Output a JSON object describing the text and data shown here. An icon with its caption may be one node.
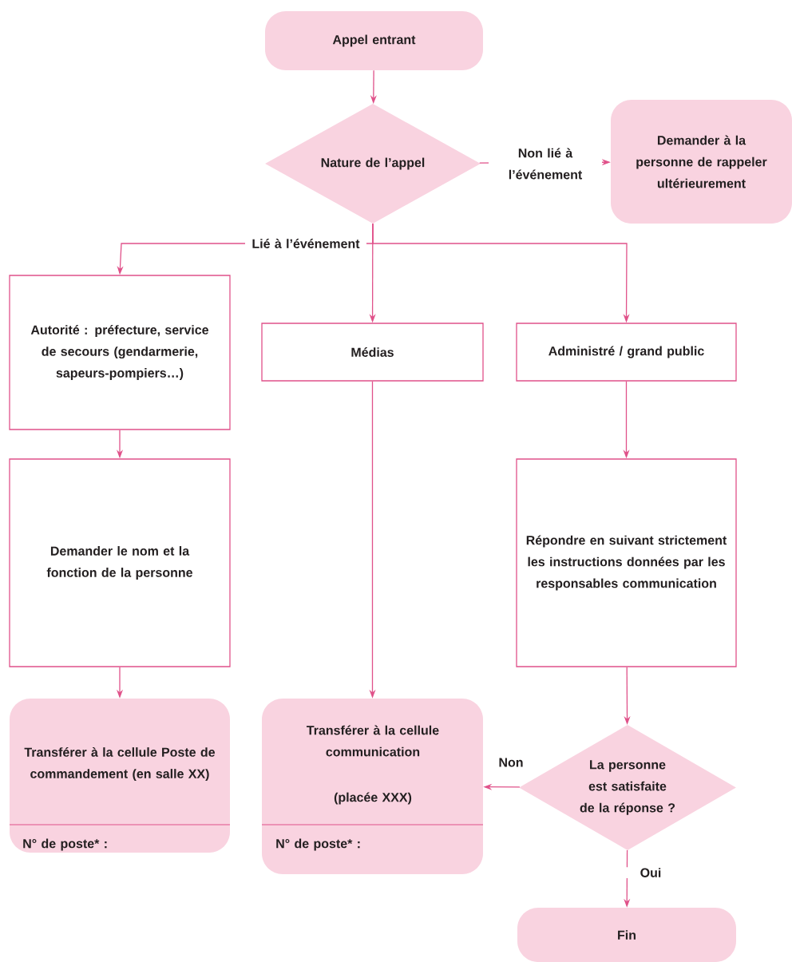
{
  "diagram": {
    "nodes": [
      {
        "text": [
          "Appel entrant"
        ]
      },
      {
        "text": [
          "Nature de l’appel"
        ]
      },
      {
        "text": [
          "Demander à la personne de rappeler ultérieurement"
        ]
      },
      {
        "text": [
          "Autorité : préfecture, service de secours (gendarmerie, sapeurs-pompiers…)"
        ]
      },
      {
        "text": [
          "Médias"
        ]
      },
      {
        "text": [
          "Administré / grand public"
        ]
      },
      {
        "text": [
          "Demander le nom et la fonction de la personne"
        ]
      },
      {
        "text": [
          "Répondre en suivant strictement les instructions données par les responsables communication"
        ]
      },
      {
        "text": [
          "Transférer à la cellule Poste de commandement (en salle XX)",
          "N° de poste* :"
        ]
      },
      {
        "text": [
          "Transférer à la cellule communication",
          "(placée XXX)",
          "N° de poste* :"
        ]
      },
      {
        "text": [
          "La personne est satisfaite de la réponse ?"
        ]
      },
      {
        "text": [
          "Fin"
        ]
      }
    ],
    "edges": [
      {
        "from": 0,
        "to": 1,
        "arrow": "to"
      },
      {
        "from": 1,
        "to": 2,
        "arrow": "to",
        "label": "Non lié à l’événement"
      },
      {
        "from": 1,
        "to": 3,
        "arrow": "to",
        "label": "Lié à l’événement"
      },
      {
        "from": 1,
        "to": 4,
        "arrow": "to"
      },
      {
        "from": 1,
        "to": 5,
        "arrow": "to"
      },
      {
        "from": 3,
        "to": 6,
        "arrow": "to"
      },
      {
        "from": 4,
        "to": 9,
        "arrow": "to"
      },
      {
        "from": 5,
        "to": 7,
        "arrow": "to"
      },
      {
        "from": 6,
        "to": 8,
        "arrow": "to"
      },
      {
        "from": 7,
        "to": 10,
        "arrow": "to"
      },
      {
        "from": 10,
        "to": 9,
        "arrow": "to",
        "label": "Non"
      },
      {
        "from": 10,
        "to": 11,
        "arrow": "to",
        "label": "Oui"
      }
    ]
  }
}
